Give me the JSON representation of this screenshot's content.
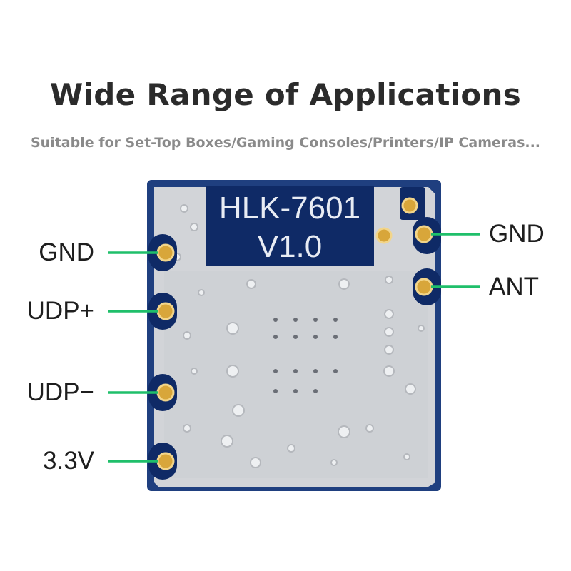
{
  "header": {
    "title": "Wide Range of Applications",
    "subtitle": "Suitable for Set-Top Boxes/Gaming Consoles/Printers/IP Cameras..."
  },
  "module": {
    "model": "HLK-7601",
    "version": "V1.0"
  },
  "pins": {
    "left": [
      "GND",
      "UDP+",
      "UDP−",
      "3.3V"
    ],
    "right": [
      "GND",
      "ANT"
    ]
  },
  "colors": {
    "board_blue": "#1f3f7f",
    "shield_silver": "#d2d4d8",
    "pad_gold": "#d8a63a",
    "leader_green": "#1fbf6a",
    "label_panel": "#0f2a66"
  }
}
